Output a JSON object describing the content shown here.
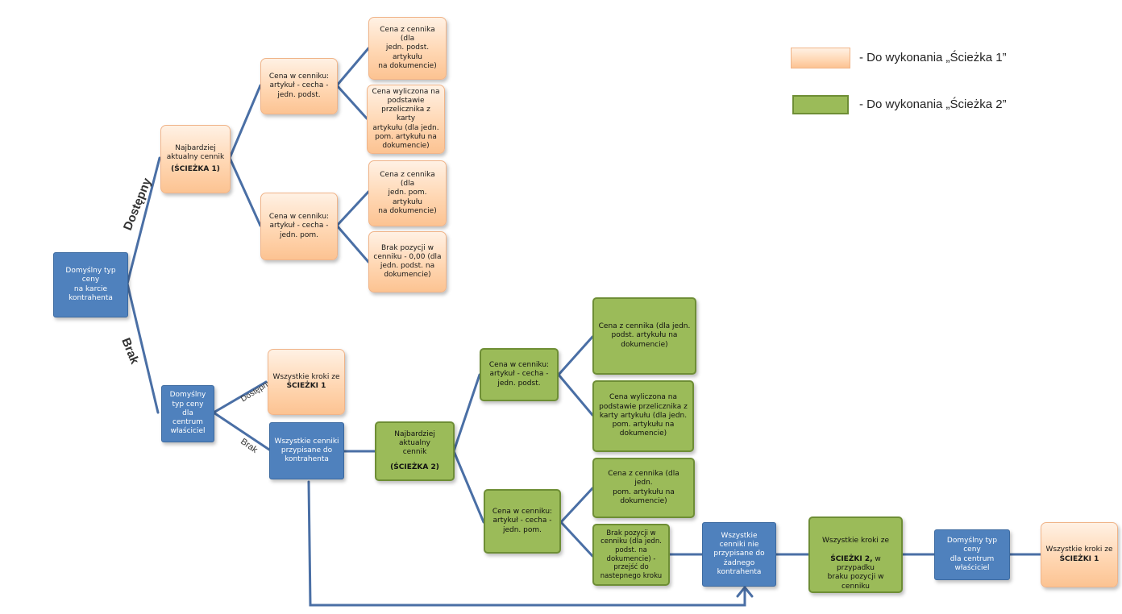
{
  "legend": {
    "path1_label": "- Do wykonania „Ścieżka 1”",
    "path2_label": "- Do wykonania „Ścieżka 2”",
    "path1_color": "#ffd7b3",
    "path2_color": "#9bbb59"
  },
  "colors": {
    "blue_node": "#4f81bd",
    "green_node": "#9bbb59",
    "peach_node": "#ffd7b3",
    "connector": "#4a6fa5"
  },
  "edge_labels": {
    "available_main": "Dostępny",
    "missing_main": "Brak",
    "available_center": "Dostępny",
    "missing_center": "Brak"
  },
  "nodes": {
    "root": "Domyślny typ ceny\nna karcie\nkontrahenta",
    "latest_pricelist_1_line1": "Najbardziej\naktualny cennik",
    "latest_pricelist_1_tag": "(ŚCIEŻKA 1)",
    "p1_base_unit": "Cena  w cenniku:\nartykuł - cecha -\njedn. podst.",
    "p1_base_price": "Cena z cennika (dla\njedn. podst. artykułu\nna dokumencie)",
    "p1_base_calculated": "Cena wyliczona na\npodstawie\nprzelicznika z karty\nartykułu (dla jedn.\npom. artykułu na\ndokumencie)",
    "p1_aux_unit": "Cena  w cenniku:\nartykuł - cecha -\njedn. pom.",
    "p1_aux_price": "Cena z cennika (dla\njedn. pom. artykułu\nna dokumencie)",
    "p1_missing_position": "Brak pozycji w\ncenniku - 0,00 (dla\njedn. podst. na\ndokumencie)",
    "owner_center": "Domyślny typ ceny\ndla centrum\nwłaściciel",
    "all_steps_path1_line1": "Wszystkie kroki ze",
    "all_steps_path1_tag": "ŚCIEŻKI 1",
    "assigned_pricelists": "Wszystkie cenniki\nprzypisane do\nkontrahenta",
    "latest_pricelist_2_line1": "Najbardziej  aktualny\ncennik",
    "latest_pricelist_2_tag": "(ŚCIEŻKA 2)",
    "p2_base_unit": "Cena  w cenniku:\nartykuł - cecha -\njedn. podst.",
    "p2_base_price": "Cena z cennika (dla jedn.\npodst. artykułu na\ndokumencie)",
    "p2_base_calculated": "Cena wyliczona na\npodstawie przelicznika z\nkarty artykułu (dla jedn.\npom. artykułu na\ndokumencie)",
    "p2_aux_unit": "Cena  w cenniku:\nartykuł - cecha -\njedn. pom.",
    "p2_aux_price": "Cena z cennika (dla jedn.\npom. artykułu na\ndokumencie)",
    "p2_missing_position": "Brak pozycji w\ncenniku (dla jedn.\npodst. na\ndokumencie) -\nprzejść do\nnastepnego kroku",
    "unassigned_pricelists": "Wszystkie cenniki nie\nprzypisane do\nżadnego\nkontrahenta",
    "all_steps_path2_pre": "Wszystkie kroki ze",
    "all_steps_path2_tag": "ŚCIEŻKI 2,",
    "all_steps_path2_rest": " w przypadku\nbraku pozycji w cenniku\n(dla jedn. podst. na\ndokumencie) - przejść do\nnastepnego kroku",
    "owner_center_2": "Domyślny typ ceny\ndla centrum\nwłaściciel",
    "all_steps_path1_end_line1": "Wszystkie kroki ze",
    "all_steps_path1_end_tag": "ŚCIEŻKI 1"
  }
}
